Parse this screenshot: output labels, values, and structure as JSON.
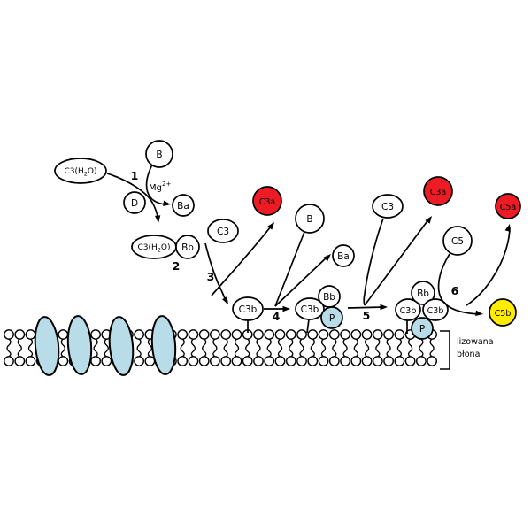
{
  "diagram_subject": "complement-alternative-pathway",
  "molecules": {
    "b": "B",
    "d": "D",
    "ba": "Ba",
    "bb": "Bb",
    "c3": "C3",
    "c3a": "C3a",
    "c3b": "C3b",
    "c5": "C5",
    "c5a": "C5a",
    "c5b": "C5b",
    "p": "P",
    "c3h2o": {
      "pre": "C3(H",
      "sub": "2",
      "post": "O)"
    },
    "mg": {
      "base": "Mg",
      "sup": "2+"
    }
  },
  "steps": {
    "n1": "1",
    "n2": "2",
    "n3": "3",
    "n4": "4",
    "n5": "5",
    "n6": "6"
  },
  "membrane": {
    "label_line1": "lizowana",
    "label_line2": "błona"
  },
  "colors": {
    "anaphylatoxin_red": "#ed1c24",
    "c5b_yellow": "#ffec00",
    "properdin_blue": "#b8dce8",
    "membrane_protein_blue": "#b8dce8",
    "step_number_red": "#c0262c",
    "outline_black": "#000000"
  }
}
